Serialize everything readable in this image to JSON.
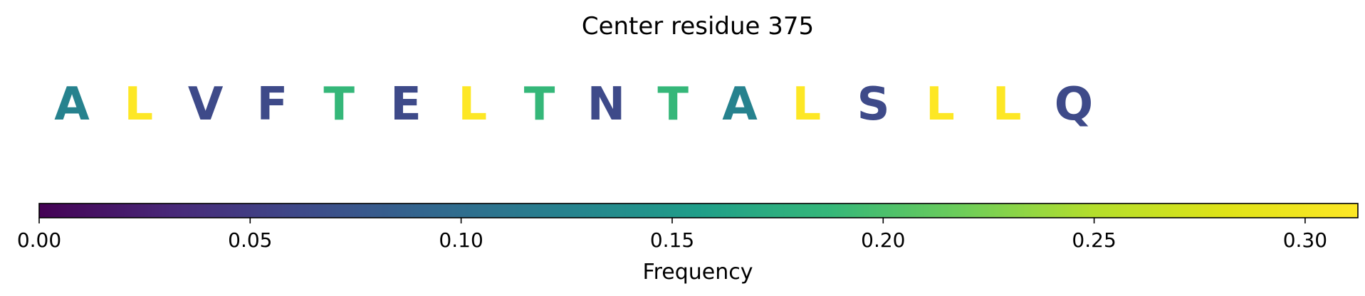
{
  "chart_data": {
    "type": "sequence-logo",
    "title": "Center residue 375",
    "residues": [
      {
        "letter": "A",
        "frequency": 0.125
      },
      {
        "letter": "L",
        "frequency": 0.3125
      },
      {
        "letter": "V",
        "frequency": 0.0625
      },
      {
        "letter": "F",
        "frequency": 0.0625
      },
      {
        "letter": "T",
        "frequency": 0.1875
      },
      {
        "letter": "E",
        "frequency": 0.0625
      },
      {
        "letter": "L",
        "frequency": 0.3125
      },
      {
        "letter": "T",
        "frequency": 0.1875
      },
      {
        "letter": "N",
        "frequency": 0.0625
      },
      {
        "letter": "T",
        "frequency": 0.1875
      },
      {
        "letter": "A",
        "frequency": 0.125
      },
      {
        "letter": "L",
        "frequency": 0.3125
      },
      {
        "letter": "S",
        "frequency": 0.0625
      },
      {
        "letter": "L",
        "frequency": 0.3125
      },
      {
        "letter": "L",
        "frequency": 0.3125
      },
      {
        "letter": "Q",
        "frequency": 0.0625
      }
    ],
    "colorbar": {
      "label": "Frequency",
      "colormap": "viridis",
      "range": [
        0,
        0.3125
      ],
      "ticks": [
        0.0,
        0.05,
        0.1,
        0.15,
        0.2,
        0.25,
        0.3
      ],
      "tick_labels": [
        "0.00",
        "0.05",
        "0.10",
        "0.15",
        "0.20",
        "0.25",
        "0.30"
      ]
    }
  }
}
